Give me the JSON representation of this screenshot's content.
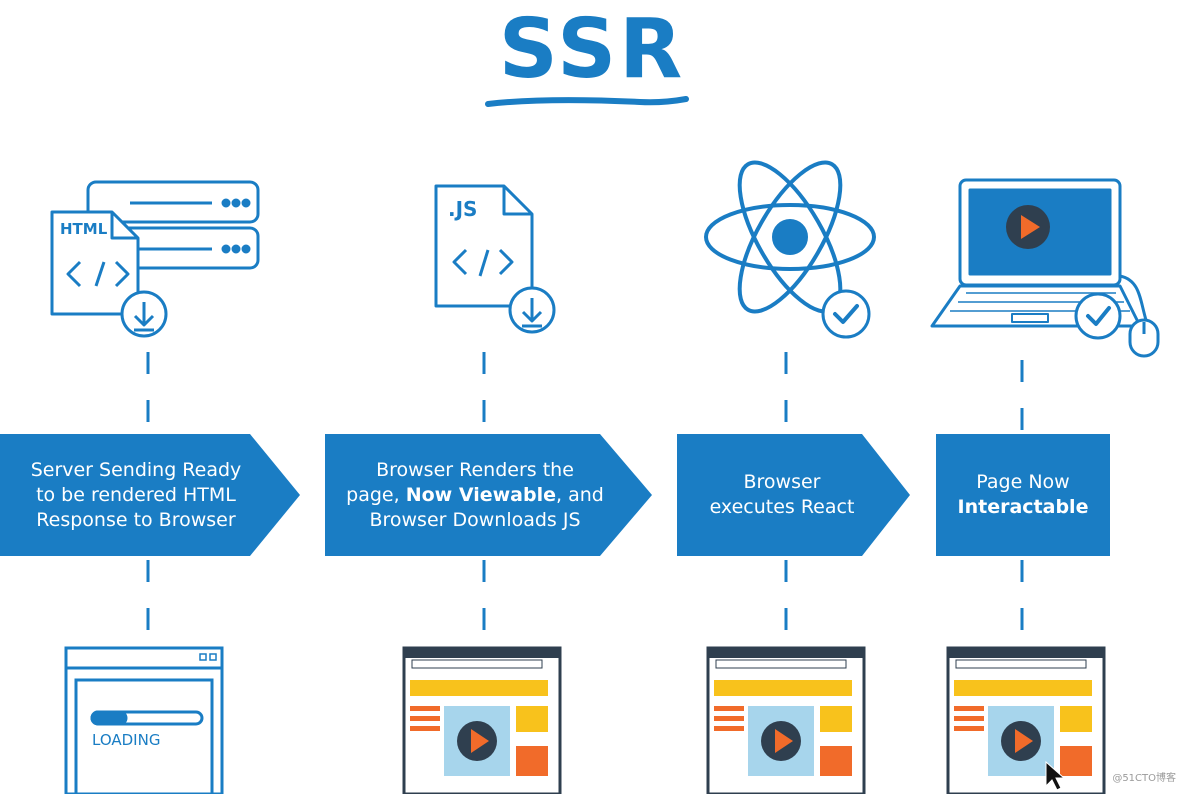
{
  "title": "SSR",
  "colors": {
    "primary_blue": "#1a7dc4",
    "light_blue": "#a7d5ec",
    "orange": "#f16b2a",
    "yellow": "#f8c21c",
    "dark": "#2a2a2a"
  },
  "steps": [
    {
      "icon": "html-file-server-icon",
      "file_label": "HTML",
      "code_label": "</>",
      "line1": "Server Sending Ready",
      "line2": "to be rendered HTML",
      "line3": "Response to Browser",
      "preview": "loading-browser-window",
      "preview_label": "LOADING"
    },
    {
      "icon": "js-file-download-icon",
      "file_label": ".JS",
      "code_label": "</>",
      "line1": "Browser Renders the",
      "line2_pre": "page, ",
      "line2_bold": "Now Viewable",
      "line2_post": ", and",
      "line3": "Browser Downloads JS",
      "preview": "rendered-page-window"
    },
    {
      "icon": "react-atom-check-icon",
      "line1": "Browser",
      "line2": "executes React",
      "preview": "rendered-page-window"
    },
    {
      "icon": "laptop-check-icon",
      "line1": "Page Now",
      "line2_bold": "Interactable",
      "preview": "interactive-page-window-with-cursor"
    }
  ],
  "watermark": "@51CTO博客"
}
